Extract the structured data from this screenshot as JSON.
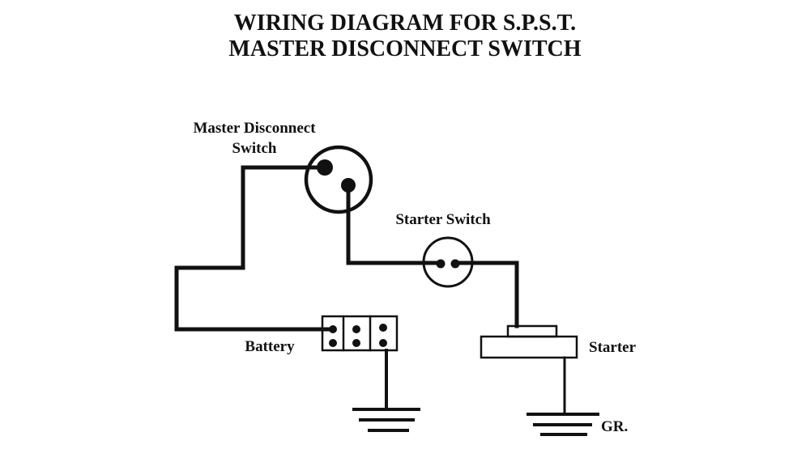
{
  "title": {
    "line1": "WIRING DIAGRAM FOR S.P.S.T.",
    "line2": "MASTER DISCONNECT SWITCH"
  },
  "labels": {
    "master_switch_line1": "Master Disconnect",
    "master_switch_line2": "Switch",
    "starter_switch": "Starter Switch",
    "battery": "Battery",
    "starter": "Starter",
    "ground": "GR."
  },
  "components": [
    {
      "id": "master-disconnect-switch",
      "type": "spst-switch",
      "terminals": 2
    },
    {
      "id": "starter-switch",
      "type": "push-switch",
      "terminals": 2
    },
    {
      "id": "battery",
      "type": "battery",
      "cells": 3
    },
    {
      "id": "starter",
      "type": "starter-motor"
    },
    {
      "id": "battery-ground",
      "type": "ground"
    },
    {
      "id": "starter-ground",
      "type": "ground"
    }
  ],
  "connections": [
    {
      "from": "battery",
      "to": "master-disconnect-switch"
    },
    {
      "from": "master-disconnect-switch",
      "to": "starter-switch"
    },
    {
      "from": "starter-switch",
      "to": "starter"
    },
    {
      "from": "battery",
      "to": "battery-ground"
    },
    {
      "from": "starter",
      "to": "starter-ground"
    }
  ],
  "colors": {
    "line": "#111111",
    "background": "#ffffff"
  }
}
